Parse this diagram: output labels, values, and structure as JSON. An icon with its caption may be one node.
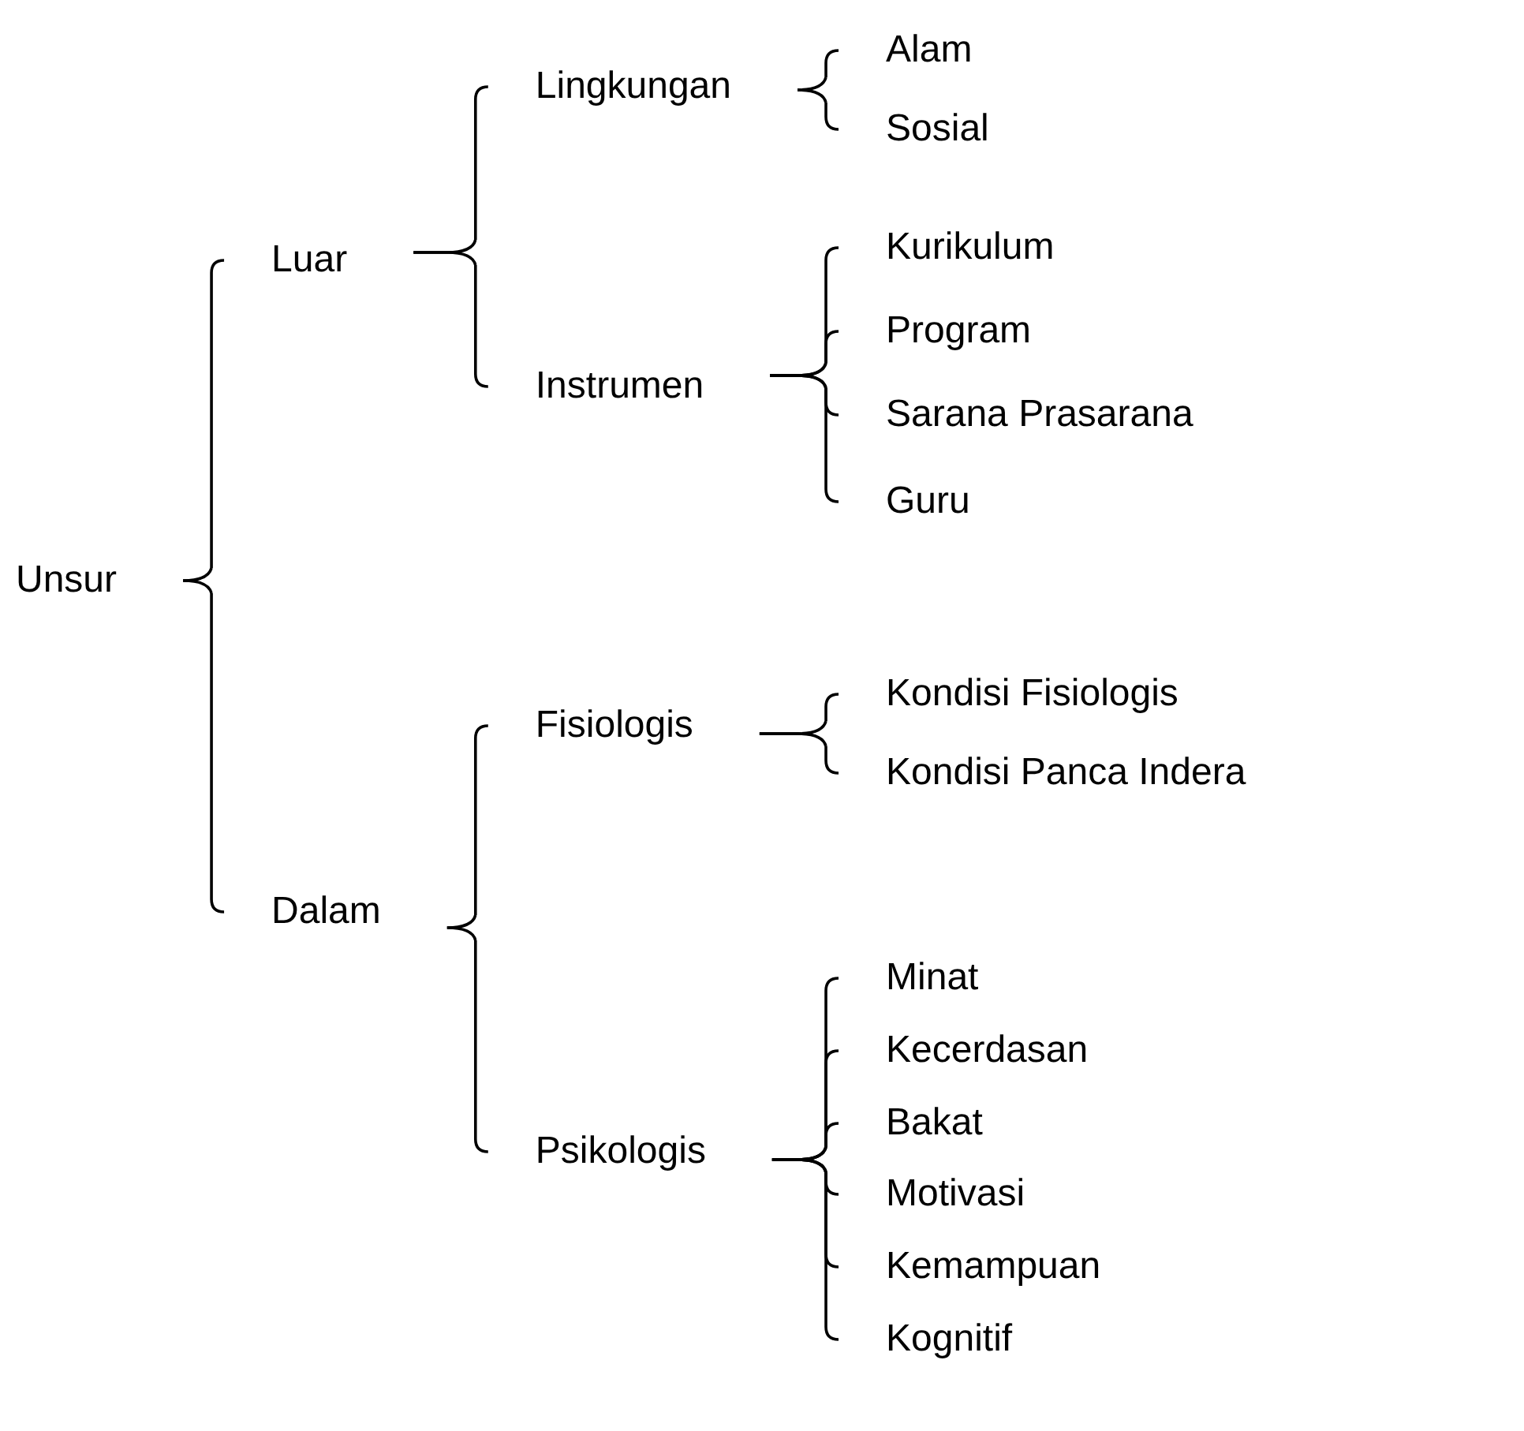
{
  "diagram": {
    "nodes": [
      {
        "text": [
          "Unsur"
        ]
      },
      {
        "text": [
          "Luar"
        ]
      },
      {
        "text": [
          "Lingkungan"
        ]
      },
      {
        "text": [
          "Alam"
        ]
      },
      {
        "text": [
          "Sosial"
        ]
      },
      {
        "text": [
          "Instrumen"
        ]
      },
      {
        "text": [
          "Kurikulum"
        ]
      },
      {
        "text": [
          "Program"
        ]
      },
      {
        "text": [
          "Sarana Prasarana"
        ]
      },
      {
        "text": [
          "Guru"
        ]
      },
      {
        "text": [
          "Dalam"
        ]
      },
      {
        "text": [
          "Fisiologis"
        ]
      },
      {
        "text": [
          "Kondisi Fisiologis"
        ]
      },
      {
        "text": [
          "Kondisi Panca Indera"
        ]
      },
      {
        "text": [
          "Psikologis"
        ]
      },
      {
        "text": [
          "Minat"
        ]
      },
      {
        "text": [
          "Kecerdasan"
        ]
      },
      {
        "text": [
          "Bakat"
        ]
      },
      {
        "text": [
          "Motivasi"
        ]
      },
      {
        "text": [
          "Kemampuan"
        ]
      },
      {
        "text": [
          "Kognitif"
        ]
      }
    ],
    "edges": [
      {
        "from": 0,
        "to": 1,
        "arrow": "none"
      },
      {
        "from": 0,
        "to": 10,
        "arrow": "none"
      },
      {
        "from": 1,
        "to": 2,
        "arrow": "none"
      },
      {
        "from": 1,
        "to": 5,
        "arrow": "none"
      },
      {
        "from": 2,
        "to": 3,
        "arrow": "none"
      },
      {
        "from": 2,
        "to": 4,
        "arrow": "none"
      },
      {
        "from": 5,
        "to": 6,
        "arrow": "none"
      },
      {
        "from": 5,
        "to": 7,
        "arrow": "none"
      },
      {
        "from": 5,
        "to": 8,
        "arrow": "none"
      },
      {
        "from": 5,
        "to": 9,
        "arrow": "none"
      },
      {
        "from": 10,
        "to": 11,
        "arrow": "none"
      },
      {
        "from": 10,
        "to": 14,
        "arrow": "none"
      },
      {
        "from": 11,
        "to": 12,
        "arrow": "none"
      },
      {
        "from": 11,
        "to": 13,
        "arrow": "none"
      },
      {
        "from": 14,
        "to": 15,
        "arrow": "none"
      },
      {
        "from": 14,
        "to": 16,
        "arrow": "none"
      },
      {
        "from": 14,
        "to": 17,
        "arrow": "none"
      },
      {
        "from": 14,
        "to": 18,
        "arrow": "none"
      },
      {
        "from": 14,
        "to": 19,
        "arrow": "none"
      },
      {
        "from": 14,
        "to": 20,
        "arrow": "none"
      }
    ]
  }
}
